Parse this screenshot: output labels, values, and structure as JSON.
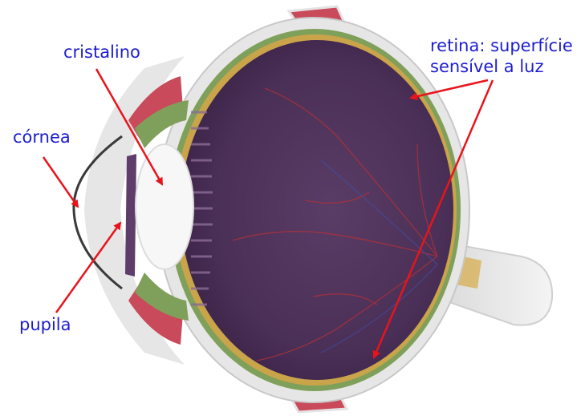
{
  "labels": {
    "cristalino": "cristalino",
    "cornea": "córnea",
    "pupila": "pupila",
    "retina_line1": "retina: superfície",
    "retina_line2": "sensível a luz"
  },
  "colors": {
    "label_text": "#1d1dd0",
    "arrow": "#e8141c",
    "sclera": "#e6e6e6",
    "interior": "#4b2f57",
    "retina_ring": "#c9a44a",
    "choroid": "#7fa05a",
    "muscle": "#c94a5a",
    "lens": "#f7f7f7",
    "optic_nerve": "#eeeeee",
    "vessels": "#b0303a"
  }
}
